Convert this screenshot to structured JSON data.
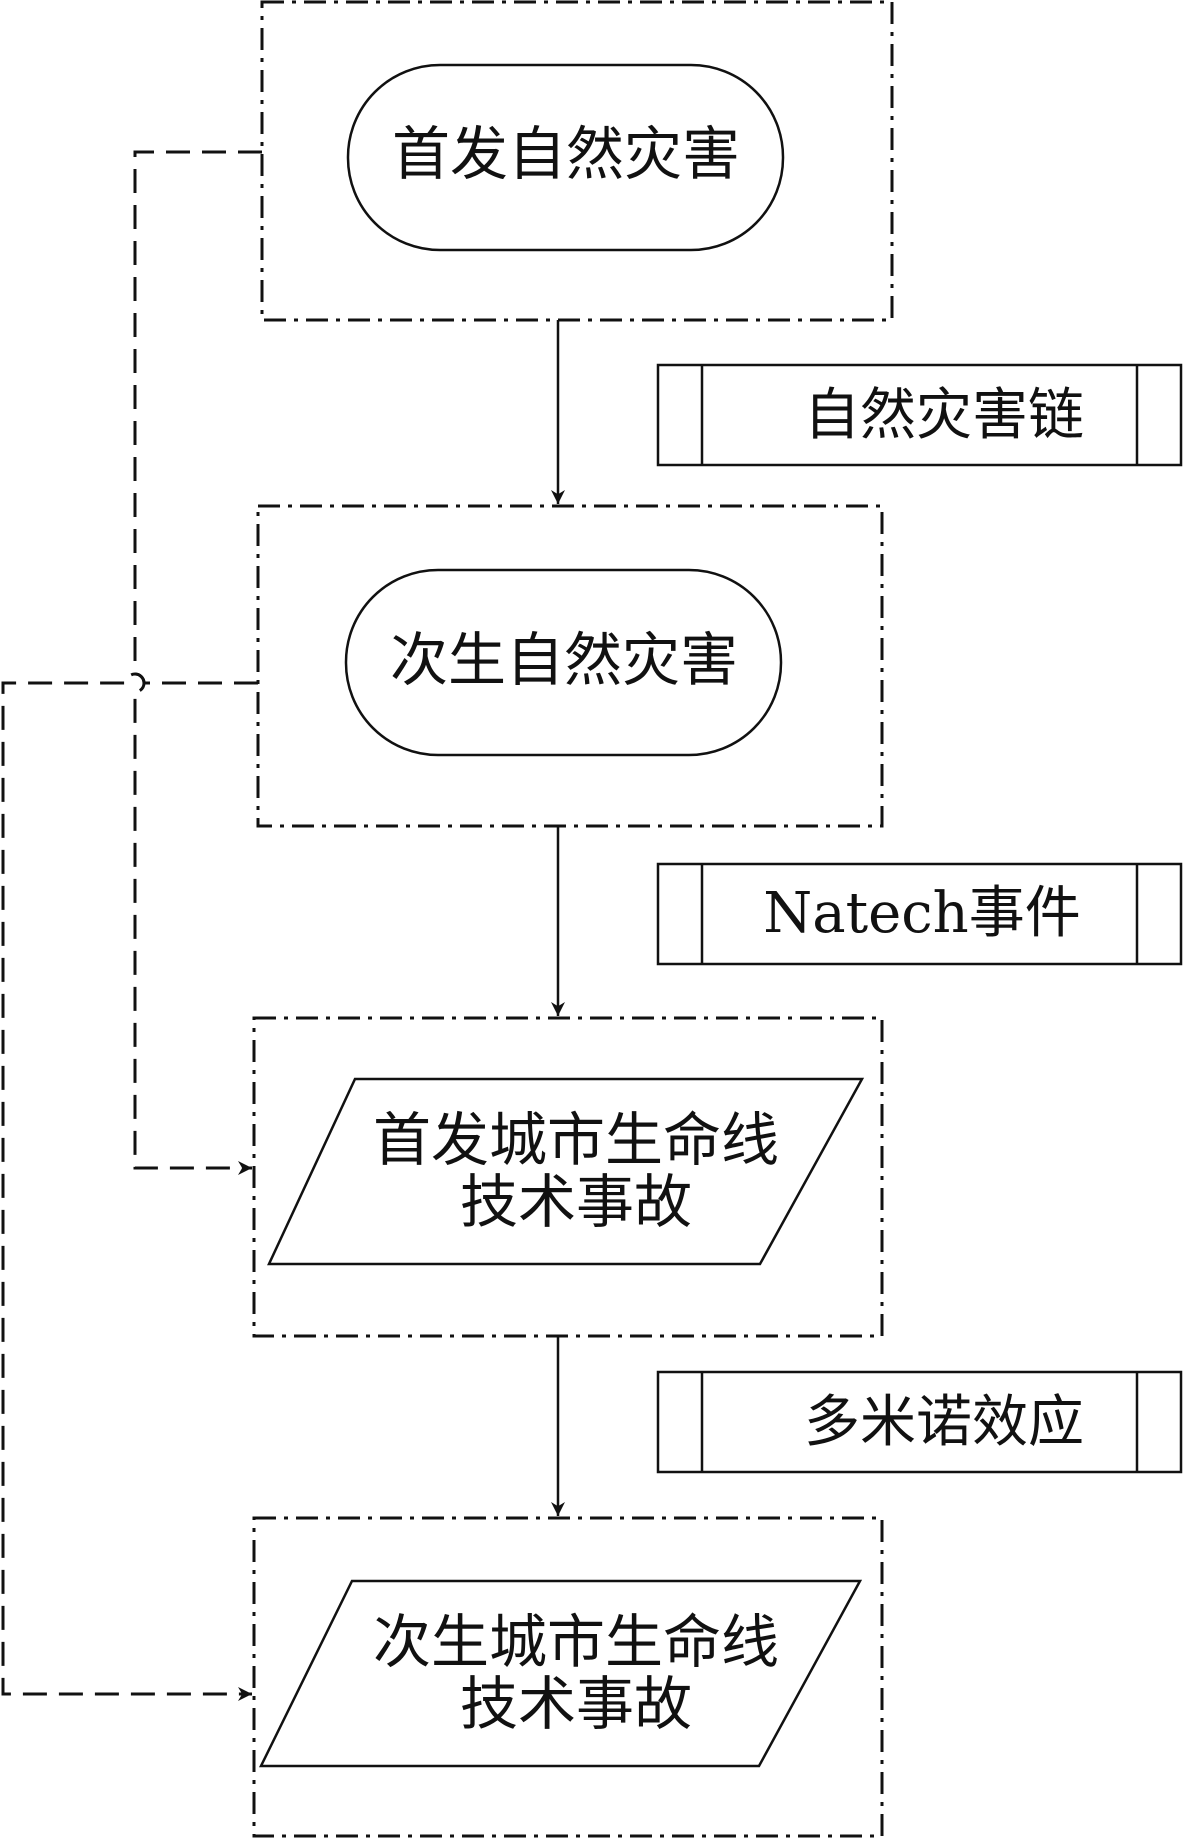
{
  "nodes": {
    "primary_natural": "首发自然灾害",
    "secondary_natural": "次生自然灾害",
    "primary_lifeline_l1": "首发城市生命线",
    "primary_lifeline_l2": "技术事故",
    "secondary_lifeline_l1": "次生城市生命线",
    "secondary_lifeline_l2": "技术事故"
  },
  "edge_labels": {
    "natural_chain": "自然灾害链",
    "natech": "Natech事件",
    "domino": "多米诺效应"
  },
  "colors": {
    "line": "#111111",
    "background": "#ffffff"
  }
}
